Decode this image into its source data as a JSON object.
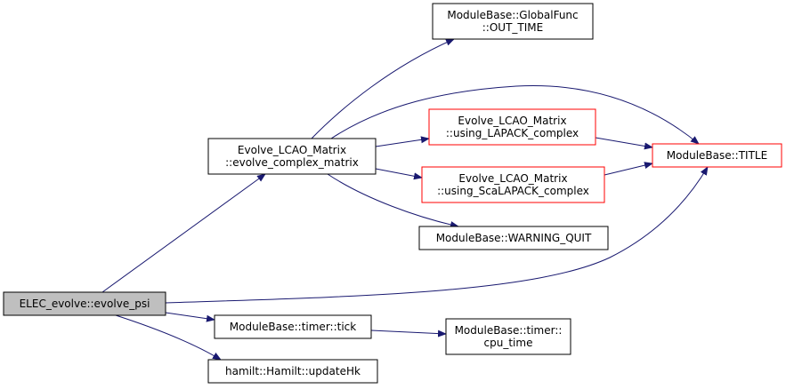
{
  "nodes": [
    {
      "id": "evolve_psi",
      "lines": [
        "ELEC_evolve::evolve_psi"
      ],
      "style": "current"
    },
    {
      "id": "evolve_complex_matrix",
      "lines": [
        "Evolve_LCAO_Matrix",
        "::evolve_complex_matrix"
      ],
      "style": "normal"
    },
    {
      "id": "out_time",
      "lines": [
        "ModuleBase::GlobalFunc",
        "::OUT_TIME"
      ],
      "style": "normal"
    },
    {
      "id": "using_lapack",
      "lines": [
        "Evolve_LCAO_Matrix",
        "::using_LAPACK_complex"
      ],
      "style": "truncated"
    },
    {
      "id": "using_scalapack",
      "lines": [
        "Evolve_LCAO_Matrix",
        "::using_ScaLAPACK_complex"
      ],
      "style": "truncated"
    },
    {
      "id": "title",
      "lines": [
        "ModuleBase::TITLE"
      ],
      "style": "truncated"
    },
    {
      "id": "warning_quit",
      "lines": [
        "ModuleBase::WARNING_QUIT"
      ],
      "style": "normal"
    },
    {
      "id": "timer_tick",
      "lines": [
        "ModuleBase::timer::tick"
      ],
      "style": "normal"
    },
    {
      "id": "cpu_time",
      "lines": [
        "ModuleBase::timer::",
        "cpu_time"
      ],
      "style": "normal"
    },
    {
      "id": "update_hk",
      "lines": [
        "hamilt::Hamilt::updateHk"
      ],
      "style": "normal"
    }
  ],
  "edges": [
    {
      "from": "evolve_psi",
      "to": "evolve_complex_matrix"
    },
    {
      "from": "evolve_psi",
      "to": "title"
    },
    {
      "from": "evolve_psi",
      "to": "timer_tick"
    },
    {
      "from": "evolve_psi",
      "to": "update_hk"
    },
    {
      "from": "evolve_complex_matrix",
      "to": "out_time"
    },
    {
      "from": "evolve_complex_matrix",
      "to": "title"
    },
    {
      "from": "evolve_complex_matrix",
      "to": "using_lapack"
    },
    {
      "from": "evolve_complex_matrix",
      "to": "using_scalapack"
    },
    {
      "from": "evolve_complex_matrix",
      "to": "warning_quit"
    },
    {
      "from": "using_lapack",
      "to": "title"
    },
    {
      "from": "using_scalapack",
      "to": "title"
    },
    {
      "from": "timer_tick",
      "to": "cpu_time"
    }
  ],
  "colors": {
    "edge": "#191970",
    "node_border": "#000000",
    "truncated_border": "#ff0000",
    "current_fill": "#bfbfbf",
    "node_fill": "#ffffff",
    "text": "#000000"
  }
}
